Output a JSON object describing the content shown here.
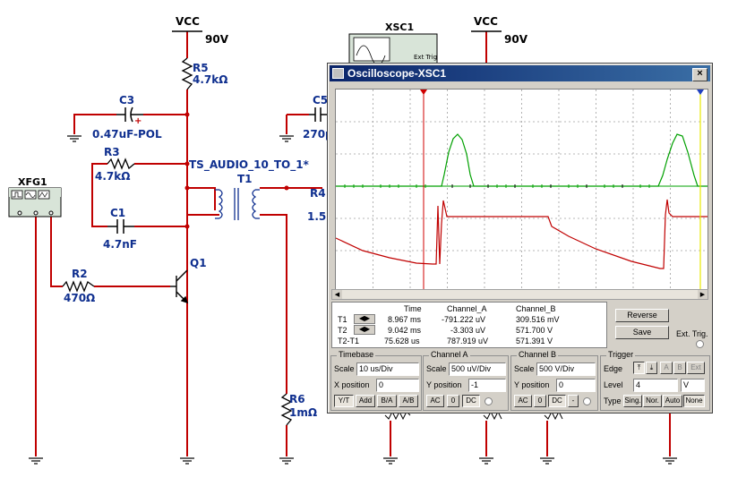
{
  "schematic": {
    "vcc_label": "VCC",
    "vcc_voltage": "90V",
    "xfg_label": "XFG1",
    "xsc_label": "XSC1",
    "xsc_ext_trig": "Ext Trig",
    "r5_name": "R5",
    "r5_value": "4.7kΩ",
    "c3_name": "C3",
    "c3_value": "0.47uF-POL",
    "c3_plus": "+",
    "c5_name": "C5",
    "c5_value": "270p",
    "r3_name": "R3",
    "r3_value": "4.7kΩ",
    "t1_part": "TS_AUDIO_10_TO_1*",
    "t1_name": "T1",
    "r4_name": "R4",
    "r4_value": "1.5",
    "c1_name": "C1",
    "c1_value": "4.7nF",
    "q1_name": "Q1",
    "r2_name": "R2",
    "r2_value": "470Ω",
    "r6_name": "R6",
    "r6_value": "1mΩ"
  },
  "oscilloscope": {
    "title": "Oscilloscope-XSC1",
    "close_glyph": "×",
    "cursor1_marker": "1",
    "cursor2_marker": "2",
    "readout": {
      "headers": [
        "Time",
        "Channel_A",
        "Channel_B"
      ],
      "rows": [
        {
          "label": "T1",
          "time": "8.967 ms",
          "a": "-791.222 uV",
          "b": "309.516 mV"
        },
        {
          "label": "T2",
          "time": "9.042 ms",
          "a": "-3.303 uV",
          "b": "571.700 V"
        },
        {
          "label": "T2-T1",
          "time": "75.628 us",
          "a": "787.919 uV",
          "b": "571.391 V"
        }
      ]
    },
    "reverse_label": "Reverse",
    "save_label": "Save",
    "ext_trig_label": "Ext. Trig.",
    "timebase": {
      "title": "Timebase",
      "scale_label": "Scale",
      "scale_value": "10 us/Div",
      "xpos_label": "X position",
      "xpos_value": "0",
      "buttons": [
        "Y/T",
        "Add",
        "B/A",
        "A/B"
      ]
    },
    "channel_a": {
      "title": "Channel A",
      "scale_label": "Scale",
      "scale_value": "500 uV/Div",
      "ypos_label": "Y position",
      "ypos_value": "-1",
      "buttons": [
        "AC",
        "0",
        "DC"
      ]
    },
    "channel_b": {
      "title": "Channel B",
      "scale_label": "Scale",
      "scale_value": "500  V/Div",
      "ypos_label": "Y position",
      "ypos_value": "0",
      "buttons": [
        "AC",
        "0",
        "DC",
        "-"
      ]
    },
    "trigger": {
      "title": "Trigger",
      "edge_label": "Edge",
      "edge_buttons": [
        "A",
        "B",
        "Ext"
      ],
      "level_label": "Level",
      "level_value": "4",
      "level_unit": "V",
      "type_label": "Type",
      "type_buttons": [
        "Sing.",
        "Nor.",
        "Auto",
        "None"
      ]
    }
  },
  "colors": {
    "wire": "#c00000",
    "component": "#0f2f8f",
    "trace_a": "#00a000",
    "trace_b": "#c00000",
    "cursor1": "#d00000",
    "cursor2": "#f0f000"
  }
}
